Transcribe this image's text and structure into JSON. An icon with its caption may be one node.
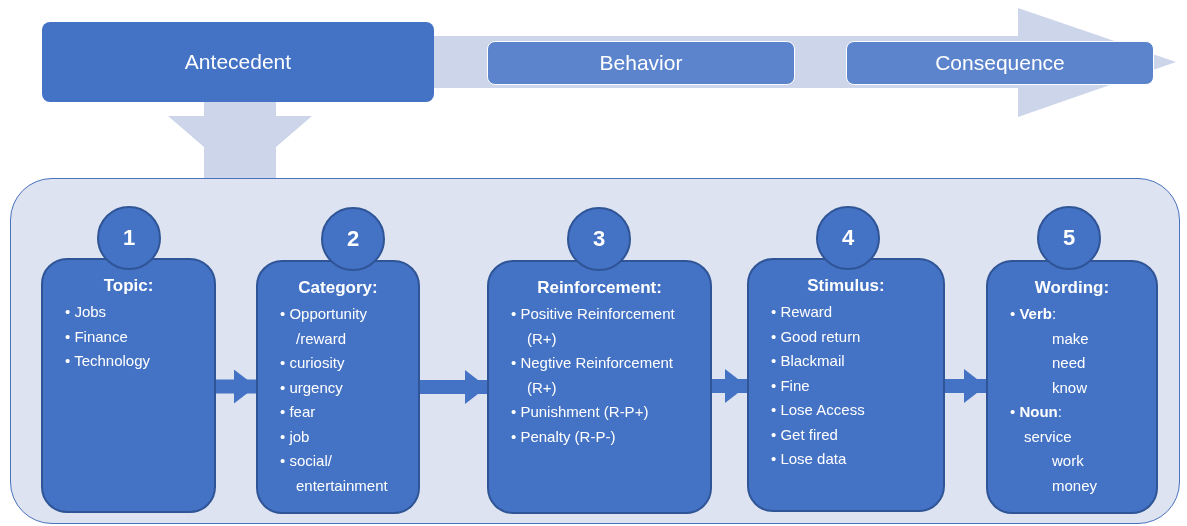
{
  "diagram": {
    "nodes": [
      {
        "text": [
          "Antecedent"
        ]
      },
      {
        "text": [
          "Behavior"
        ]
      },
      {
        "text": [
          "Consequence"
        ]
      },
      {
        "text": [],
        "shape": "box"
      },
      {
        "text": [
          "1"
        ],
        "in": 3
      },
      {
        "text": [
          "Topic:",
          "• Jobs",
          "• Finance",
          "• Technology"
        ],
        "in": 3
      },
      {
        "text": [
          "2"
        ],
        "in": 3
      },
      {
        "text": [
          "Category:",
          "• Opportunity /reward",
          "• curiosity",
          "• urgency",
          "• fear",
          "• job",
          "• social/ entertainment"
        ],
        "in": 3
      },
      {
        "text": [
          "3"
        ],
        "in": 3
      },
      {
        "text": [
          "Reinforcement:",
          "• Positive Reinforcement (R+)",
          "• Negtive Reinforcement (R+)",
          "• Punishment (R-P+)",
          "• Penalty (R-P-)"
        ],
        "in": 3
      },
      {
        "text": [
          "4"
        ],
        "in": 3
      },
      {
        "text": [
          "Stimulus:",
          "• Reward",
          "• Good return",
          "• Blackmail",
          "• Fine",
          "• Lose Access",
          "• Get fired",
          "• Lose data"
        ],
        "in": 3
      },
      {
        "text": [
          "5"
        ],
        "in": 3
      },
      {
        "text": [
          "Wording:",
          "• **Verb**:",
          "make",
          "need",
          "know",
          "• **Noun**:",
          "service",
          "work",
          "money"
        ],
        "in": 3
      }
    ],
    "edges": [
      {
        "from": 0,
        "to": 3,
        "arrow": "to",
        "style": "thick",
        "color": "#cdd5ea"
      },
      {
        "from": 5,
        "to": 7,
        "arrow": "to"
      },
      {
        "from": 7,
        "to": 9,
        "arrow": "to"
      },
      {
        "from": 9,
        "to": 11,
        "arrow": "to"
      },
      {
        "from": 11,
        "to": 13,
        "arrow": "to"
      }
    ]
  }
}
